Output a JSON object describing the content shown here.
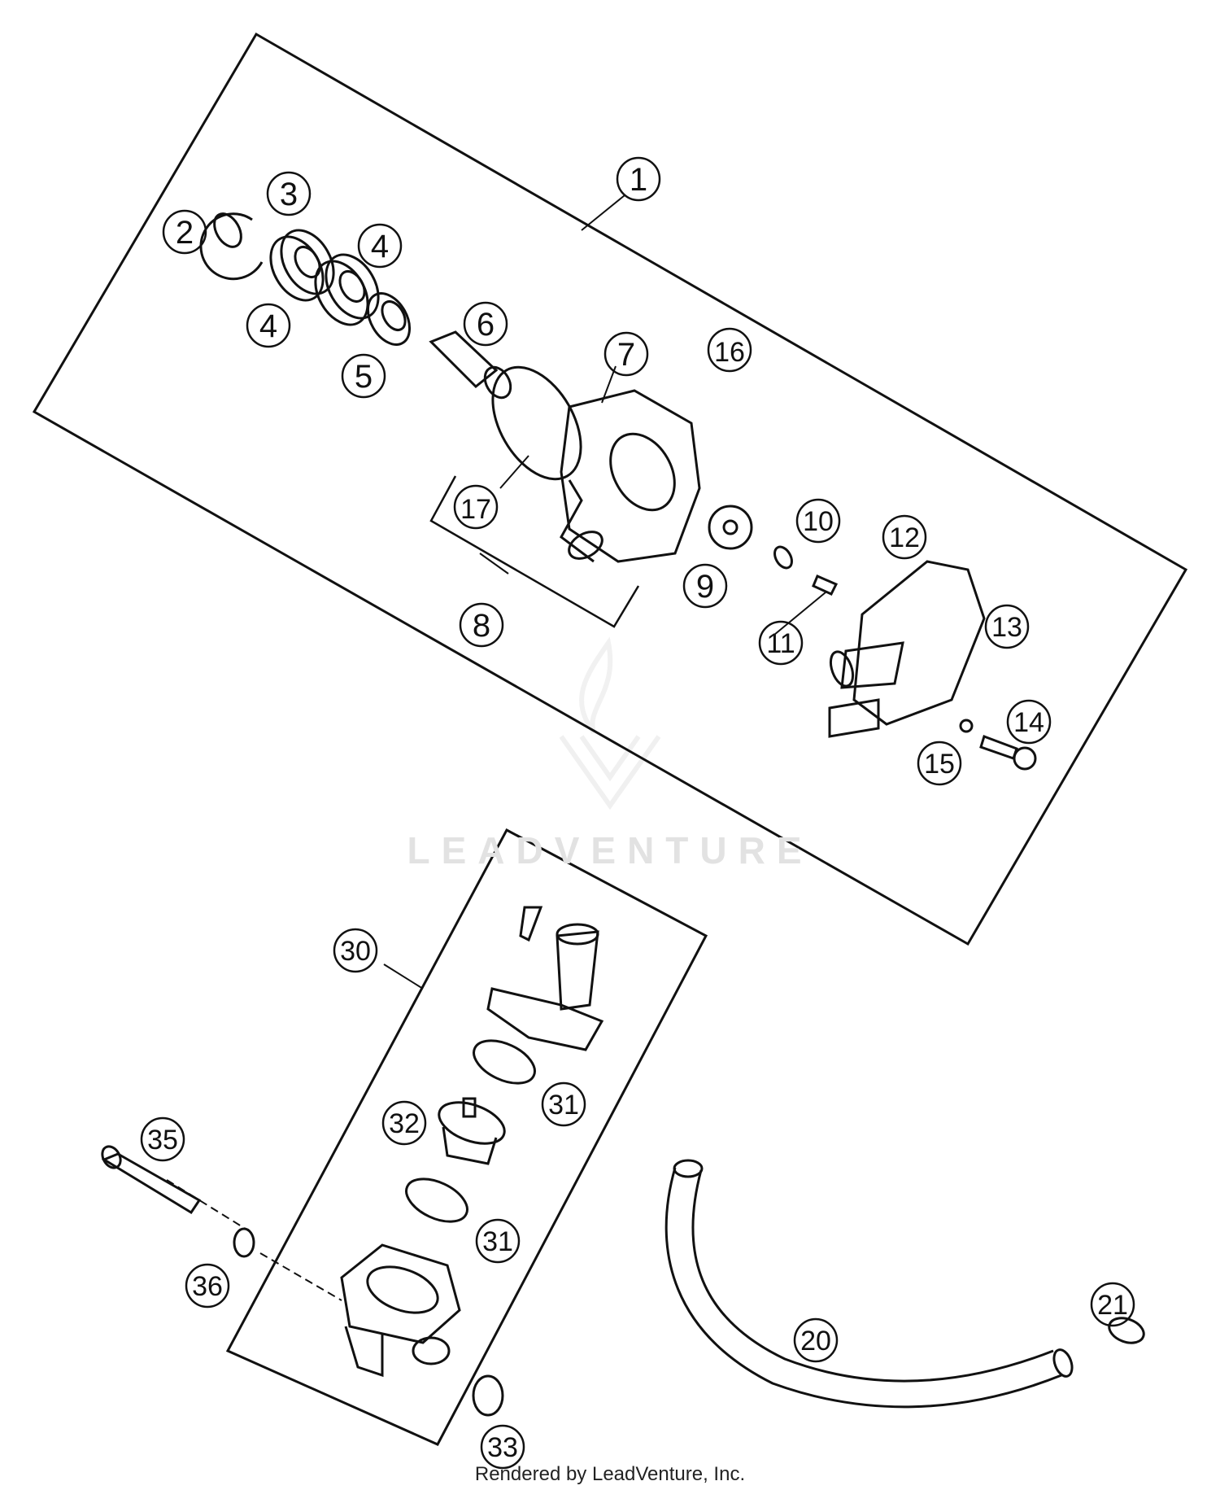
{
  "watermark": {
    "text": "LEADVENTURE"
  },
  "footer": {
    "text": "Rendered by LeadVenture, Inc."
  },
  "callouts": [
    "1",
    "2",
    "3",
    "4",
    "4",
    "5",
    "6",
    "7",
    "16",
    "17",
    "8",
    "9",
    "10",
    "11",
    "12",
    "13",
    "14",
    "15",
    "30",
    "31",
    "32",
    "31",
    "35",
    "36",
    "33",
    "20",
    "21"
  ]
}
